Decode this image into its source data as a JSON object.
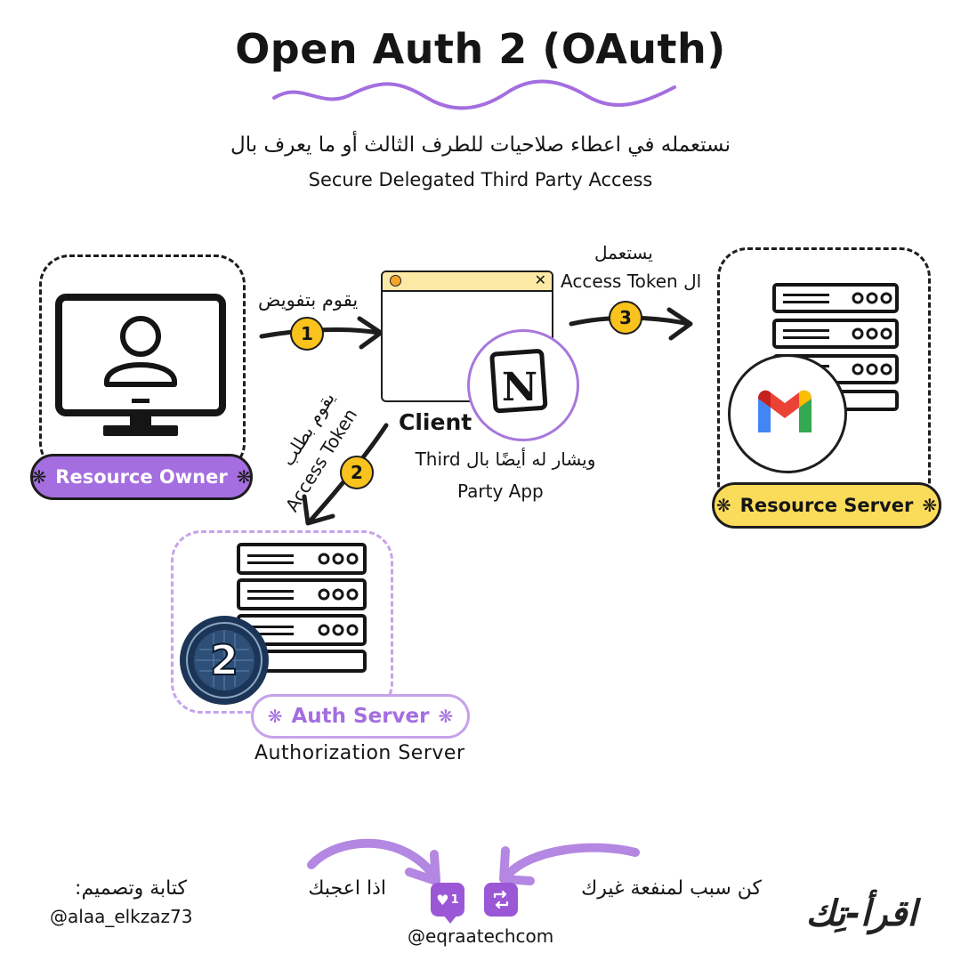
{
  "title": "Open Auth 2 (OAuth)",
  "subtitle_ar": "نستعمله في اعطاء صلاحيات للطرف الثالث أو ما يعرف بال",
  "subtitle_en": "Secure Delegated Third Party Access",
  "resource_owner": {
    "label": "Resource Owner",
    "star": "❋"
  },
  "client": {
    "label": "Client",
    "note_line1": "ويشار له أيضًا بال Third",
    "note_line2": "Party App",
    "logo_letter": "N"
  },
  "resource_server": {
    "label": "Resource Server",
    "star": "❋"
  },
  "auth_server": {
    "label": "Auth Server",
    "sublabel": "Authorization Server",
    "star": "❋",
    "badge_text": "2"
  },
  "steps": [
    {
      "number": "1",
      "label": "يقوم بتفويض"
    },
    {
      "number": "2",
      "label_line1": "يقوم بطلب",
      "label_line2": "Access Token"
    },
    {
      "number": "3",
      "label_line1": "يستعمل",
      "label_line2": "ال Access Token"
    }
  ],
  "footer": {
    "author_label": "كتابة وتصميم:",
    "author_handle": "@alaa_elkzaz73",
    "like_text": "اذا اعجبك",
    "share_text": "كن سبب لمنفعة غيرك",
    "account_handle": "@eqraatechcom",
    "like_count": "1",
    "brand_logo": "اقرأ-تِك"
  },
  "colors": {
    "purple": "#a46ee0",
    "purple_light": "#c6a3ea",
    "yellow": "#f9c21c",
    "yellow_pill": "#fbdc5a"
  }
}
